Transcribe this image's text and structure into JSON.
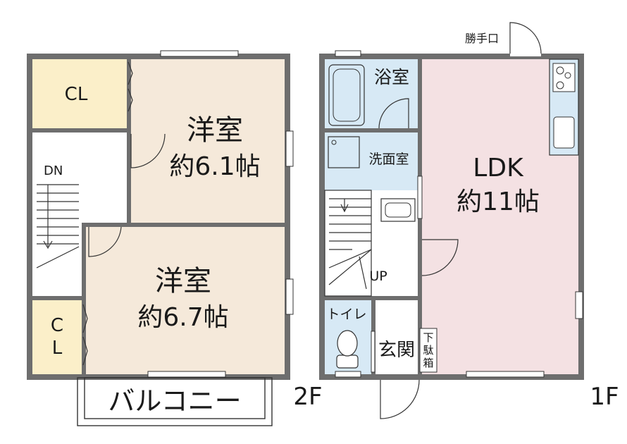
{
  "floor2": {
    "floor_label": "2F",
    "closet_top_label": "CL",
    "room_a_name": "洋室",
    "room_a_size": "約6.1帖",
    "stair_label": "DN",
    "room_b_name": "洋室",
    "room_b_size": "約6.7帖",
    "closet_bottom_label_1": "C",
    "closet_bottom_label_2": "L",
    "balcony_label": "バルコニー"
  },
  "floor1": {
    "floor_label": "1F",
    "back_door_label": "勝手口",
    "bath_label": "浴室",
    "washroom_label": "洗面室",
    "ldk_name": "LDK",
    "ldk_size": "約11帖",
    "stair_label": "UP",
    "toilet_label": "トイレ",
    "entrance_label": "玄関",
    "shoe_box_label_1": "下",
    "shoe_box_label_2": "駄",
    "shoe_box_label_3": "箱"
  },
  "colors": {
    "wall": "#6e6e6e",
    "closet": "#fbefc9",
    "western_room": "#f5e9da",
    "wet_area": "#d7e9f5",
    "ldk": "#f4e1e3",
    "hall": "#ffffff"
  }
}
